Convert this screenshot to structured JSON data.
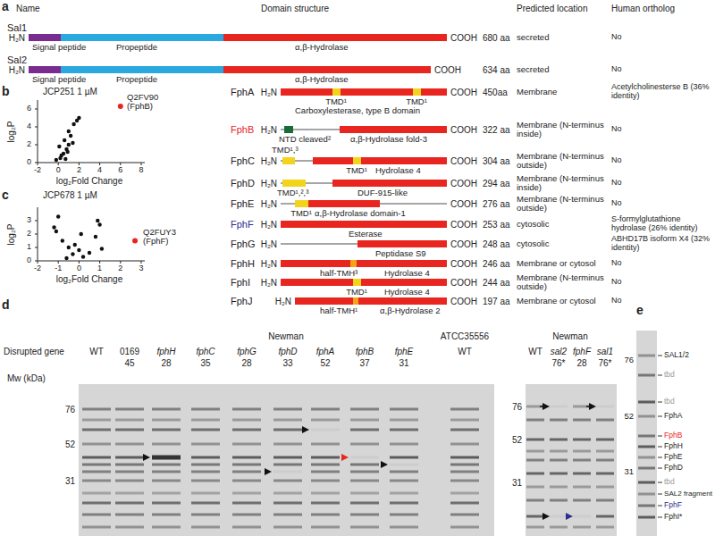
{
  "diagram": {
    "labels": [
      "a",
      "Name",
      "Domain structure",
      "Predicted location",
      "Human ortholog",
      "Sal1",
      "H₂N",
      "Signal peptide",
      "Propeptide",
      "α,β-Hydrolase",
      "COOH",
      "680 aa",
      "secreted",
      "No",
      "Sal2",
      "H₂N",
      "Signal peptide",
      "Propeptide",
      "α,β-Hydrolase",
      "COOH",
      "634 aa",
      "secreted",
      "No",
      "FphA",
      "H₂N",
      "TMD¹",
      "TMD¹",
      "Carboxylesterase, type B domain",
      "COOH",
      "450aa",
      "Membrane",
      "Acetylcholinesterse B (36% identity)",
      "FphB",
      "H₂N",
      "NTD cleaved²",
      "α,β-Hydrolase fold-3",
      "COOH",
      "322 aa",
      "Membrane (N-terminus inside)",
      "No",
      "FphC",
      "H₂N",
      "TMD¹,³",
      "TMD¹",
      "Hydrolase 4",
      "COOH",
      "304 aa",
      "Membrane (N-terminus outside)",
      "No",
      "FphD",
      "H₂N",
      "TMD¹,²,³",
      "DUF-915-like",
      "COOH",
      "294 aa",
      "Membrane (N-terminus inside)",
      "No",
      "FphE",
      "H₂N",
      "TMD¹",
      "α,β-Hydrolase domain-1",
      "COOH",
      "276 aa",
      "Membrane (N-terminus outside)",
      "No",
      "FphF",
      "H₂N",
      "Esterase",
      "COOH",
      "253 aa",
      "cytosolic",
      "S-formylglutathione hydrolase (26% identity)",
      "FphG",
      "H₂N",
      "Peptidase S9",
      "COOH",
      "248 aa",
      "cytosolic",
      "ABHD17B isoform X4 (32% identity)",
      "FphH",
      "H₂N",
      "half-TMH³",
      "Hydrolase 4",
      "COOH",
      "246 aa",
      "Membrane or cytosol",
      "No",
      "FphI",
      "H₂N",
      "TMD¹",
      "Hydrolase 4",
      "COOH",
      "244 aa",
      "Membrane (N-terminus outside)",
      "No",
      "FphJ",
      "H₂N",
      "half-TMH¹",
      "α,β-Hydrolase 2",
      "COOH",
      "197 aa",
      "Membrane or cytosol",
      "No",
      "b",
      "JCP251 1 µM",
      "log₂P",
      "0",
      "2",
      "4",
      "6",
      "-2",
      "0",
      "2",
      "4",
      "6",
      "8",
      "log₂Fold Change",
      "Q2FV90 (FphB)",
      "c",
      "JCP678 1 µM",
      "log₂P",
      "0",
      "1",
      "2",
      "3",
      "-2",
      "-1",
      "0",
      "1",
      "2",
      "3",
      "log₂Fold Change",
      "Q2FUY3 (FphF)",
      "d",
      "Newman",
      "ATCC35556",
      "Disrupted gene",
      "WT",
      "0169",
      "fphH",
      "fphC",
      "fphG",
      "fphD",
      "fphA",
      "fphB",
      "fphE",
      "WT",
      "45",
      "28",
      "35",
      "28",
      "33",
      "52",
      "37",
      "31",
      "Mw (kDa)",
      "76",
      "52",
      "31",
      "Newman",
      "WT",
      "sal2",
      "fphF",
      "sal1",
      "76*",
      "28",
      "76*",
      "76",
      "52",
      "31",
      "e",
      "76",
      "52",
      "31",
      "SAL1/2",
      "tbd",
      "tbd",
      "FphA",
      "FphB",
      "FphH",
      "FphE",
      "FphD",
      "tbd",
      "SAL2 fragment",
      "FphF",
      "FphI*"
    ]
  }
}
